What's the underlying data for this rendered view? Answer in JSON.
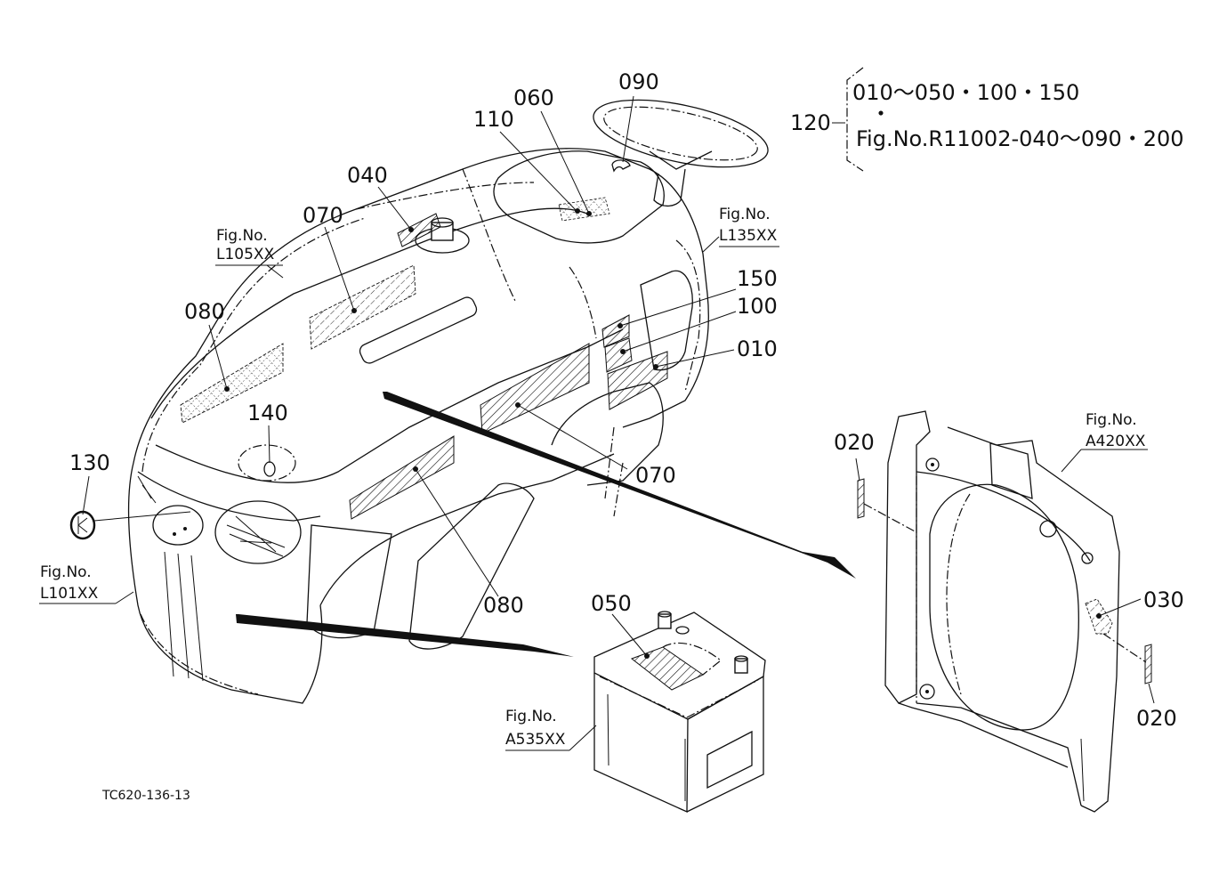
{
  "diagram": {
    "drawing_number": "TC620-136-13",
    "note": {
      "ref": "120",
      "line1": "010～050・100・150",
      "line2": "・",
      "line3": "Fig.No.R11002-040～090・200"
    },
    "figure_refs": [
      {
        "id": "fig-l105",
        "line1": "Fig.No.",
        "line2": "L105XX"
      },
      {
        "id": "fig-l135",
        "line1": "Fig.No.",
        "line2": "L135XX"
      },
      {
        "id": "fig-l101",
        "line1": "Fig.No.",
        "line2": "L101XX"
      },
      {
        "id": "fig-a535",
        "line1": "Fig.No.",
        "line2": "A535XX"
      },
      {
        "id": "fig-a420",
        "line1": "Fig.No.",
        "line2": "A420XX"
      }
    ],
    "callouts": [
      {
        "id": "c090",
        "label": "090"
      },
      {
        "id": "c060",
        "label": "060"
      },
      {
        "id": "c110",
        "label": "110"
      },
      {
        "id": "c040",
        "label": "040"
      },
      {
        "id": "c070a",
        "label": "070"
      },
      {
        "id": "c080a",
        "label": "080"
      },
      {
        "id": "c140",
        "label": "140"
      },
      {
        "id": "c130",
        "label": "130"
      },
      {
        "id": "c150",
        "label": "150"
      },
      {
        "id": "c100",
        "label": "100"
      },
      {
        "id": "c010",
        "label": "010"
      },
      {
        "id": "c070b",
        "label": "070"
      },
      {
        "id": "c080b",
        "label": "080"
      },
      {
        "id": "c050",
        "label": "050"
      },
      {
        "id": "c020a",
        "label": "020"
      },
      {
        "id": "c030",
        "label": "030"
      },
      {
        "id": "c020b",
        "label": "020"
      }
    ],
    "components": {
      "hood": "tractor-hood-assembly",
      "battery": "battery",
      "shroud": "radiator-shroud"
    }
  }
}
